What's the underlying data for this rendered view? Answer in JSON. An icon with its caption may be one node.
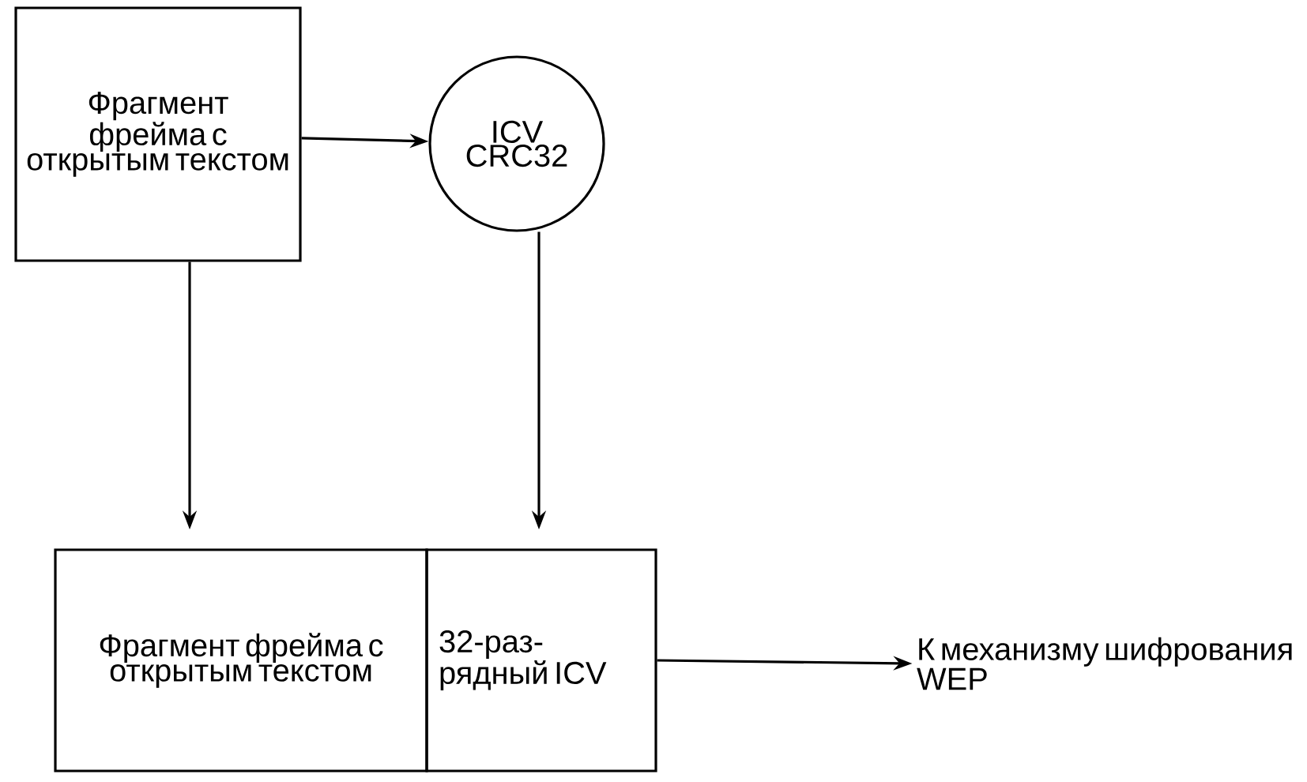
{
  "diagram": {
    "nodes": [
      {
        "text": [
          "Фрагмент фрейма с открытым текстом"
        ]
      },
      {
        "text": [
          "ICV CRC32"
        ]
      },
      {
        "text": [
          "Фрагмент фрейма с открытым текстом"
        ]
      },
      {
        "text": [
          "32-раз- рядный ICV"
        ]
      },
      {
        "text": [
          "К механизму шифрования WEP"
        ]
      }
    ],
    "edges": [
      {
        "from": 0,
        "to": 1,
        "arrow": "to"
      },
      {
        "from": 0,
        "to": 2,
        "arrow": "to"
      },
      {
        "from": 1,
        "to": 3,
        "arrow": "to"
      },
      {
        "from": 3,
        "to": 4,
        "arrow": "to"
      }
    ]
  }
}
